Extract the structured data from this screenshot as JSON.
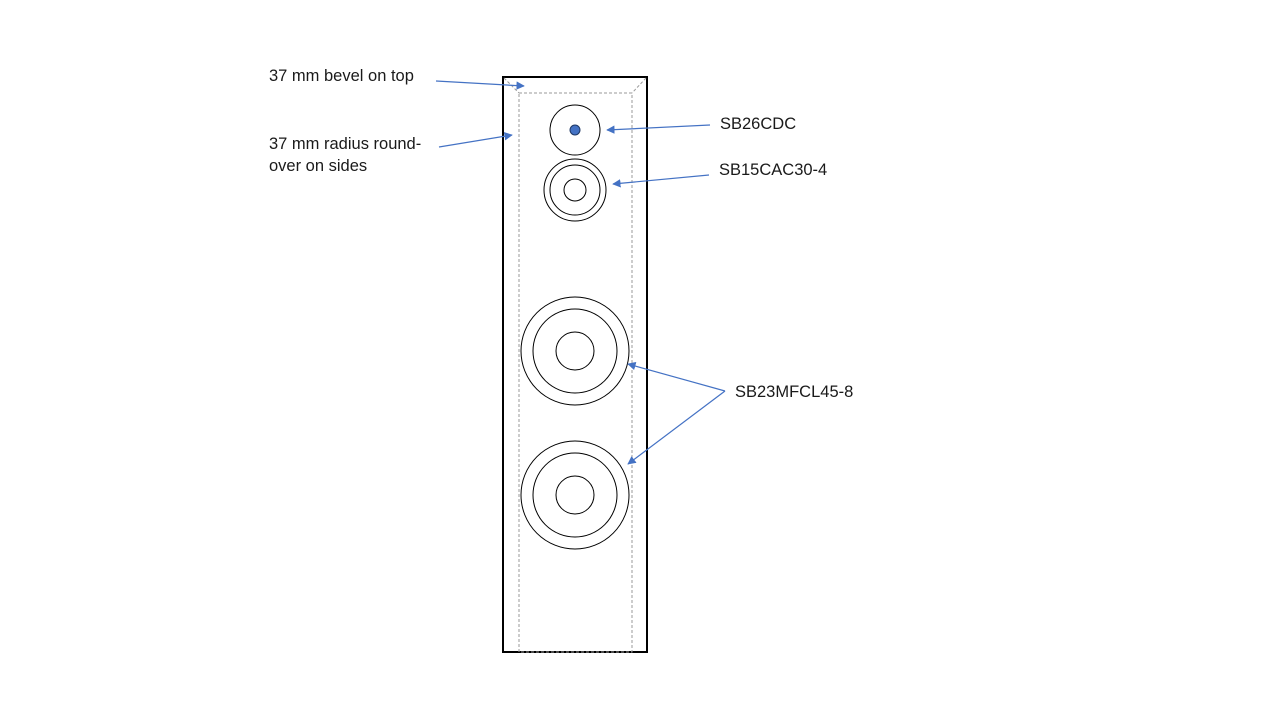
{
  "labels": {
    "bevel": "37 mm bevel on top",
    "radius_line1": "37 mm radius round-",
    "radius_line2": "over on sides",
    "tweeter": "SB26CDC",
    "midrange": "SB15CAC30-4",
    "woofer": "SB23MFCL45-8"
  },
  "colors": {
    "outline": "#000000",
    "bevel_line": "#9a9a9a",
    "arrow": "#4472c4",
    "tweeter_dome": "#4472c4",
    "text": "#1a1a1a"
  }
}
